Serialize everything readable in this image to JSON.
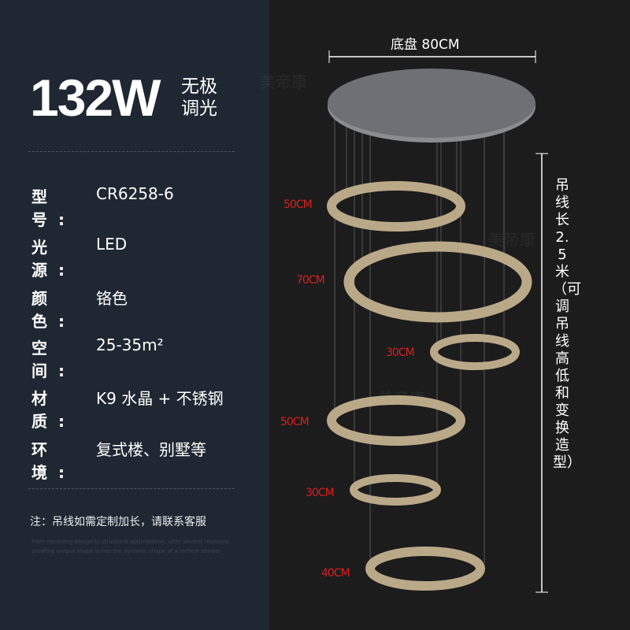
{
  "header": {
    "power": "132W",
    "dimming": "无极调光"
  },
  "specs": [
    {
      "key": "型号:",
      "value": "CR6258-6"
    },
    {
      "key": "光源:",
      "value": "LED"
    },
    {
      "key": "颜色:",
      "value": "铬色"
    },
    {
      "key": "空间:",
      "value": "25-35m²"
    },
    {
      "key": "材质:",
      "value": "K9 水晶 + 不锈钢"
    },
    {
      "key": "环境:",
      "value": "复式楼、别墅等"
    }
  ],
  "note": "注：吊线如需定制加长，请联系客服",
  "english": "From modeling design to structural optimization, after several revisions proofing unique shape is has the dynamic shape of a meteor shower",
  "watermark": "美帝康",
  "diagram": {
    "base": "底盘 80CM",
    "cable": "吊线长2.5米（可调吊线高低和变换造型）",
    "rings": [
      "50CM",
      "70CM",
      "30CM",
      "50CM",
      "30CM",
      "40CM"
    ]
  }
}
